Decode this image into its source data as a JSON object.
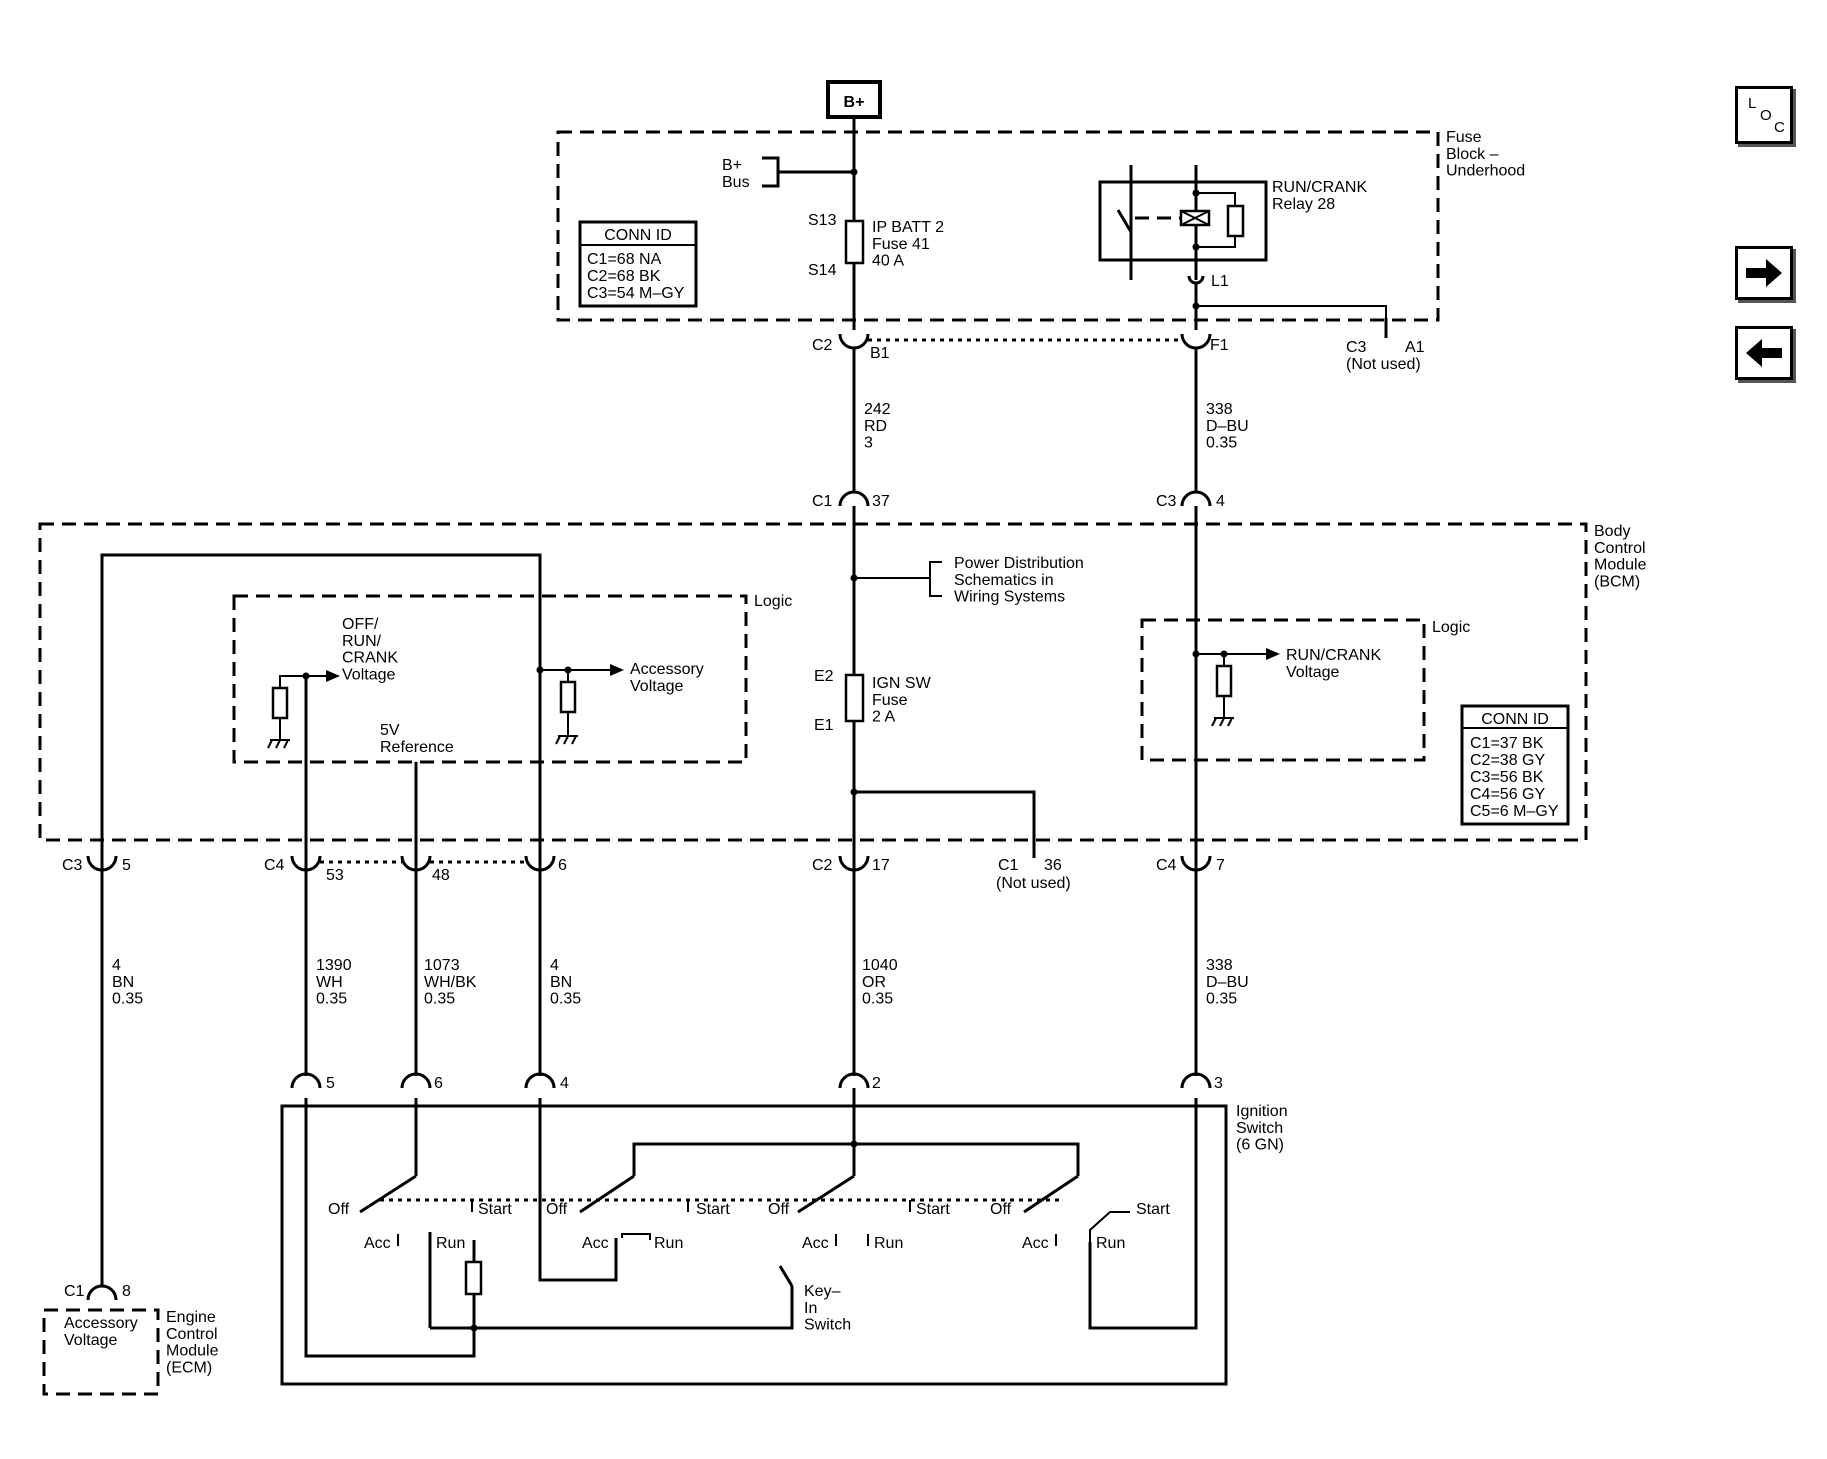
{
  "source": {
    "label": "B+"
  },
  "fuse_block": {
    "title": "Fuse\nBlock –\nUnderhood",
    "bus_label": "B+\nBus",
    "conn_id_title": "CONN ID",
    "conn_ids": [
      "C1=68 NA",
      "C2=68 BK",
      "C3=54 M–GY"
    ],
    "fuse_top_terminal": "S13",
    "fuse_bottom_terminal": "S14",
    "fuse_label": "IP BATT 2\nFuse 41\n40 A",
    "relay_label": "RUN/CRANK\nRelay 28",
    "relay_terminal": "L1",
    "conn_c2": "C2",
    "pin_b1": "B1",
    "pin_f1": "F1",
    "c3_connector": "C3",
    "a1_pin": "A1",
    "not_used": "(Not used)"
  },
  "wires_upper": {
    "left": "242\nRD\n3",
    "right": "338\nD–BU\n0.35"
  },
  "bcm": {
    "title": "Body\nControl\nModule\n(BCM)",
    "conn_c1_top": "C1",
    "pin_37": "37",
    "conn_c3_top": "C3",
    "pin_4": "4",
    "pds_label": "Power Distribution\nSchematics in\nWiring Systems",
    "logic_label": "Logic",
    "off_run_crank": "OFF/\nRUN/\nCRANK\nVoltage",
    "accessory_voltage": "Accessory\nVoltage",
    "five_v_ref": "5V\nReference",
    "ign_fuse_top": "E2",
    "ign_fuse_bottom": "E1",
    "ign_fuse_label": "IGN SW\nFuse\n2 A",
    "logic_right": "Logic",
    "run_crank_voltage": "RUN/CRANK\nVoltage",
    "conn_id_title": "CONN ID",
    "conn_ids": [
      "C1=37 BK",
      "C2=38 GY",
      "C3=56 BK",
      "C4=56 GY",
      "C5=6 M–GY"
    ],
    "bottom_connectors": {
      "c3": "C3",
      "p5": "5",
      "c4a": "C4",
      "p53": "53",
      "p48": "48",
      "p6": "6",
      "c2": "C2",
      "p17": "17",
      "c1": "C1",
      "p36": "36",
      "not_used": "(Not used)",
      "c4b": "C4",
      "p7": "7"
    }
  },
  "wires_lower": {
    "w1": "4\nBN\n0.35",
    "w2": "1390\nWH\n0.35",
    "w3": "1073\nWH/BK\n0.35",
    "w4": "4\nBN\n0.35",
    "w5": "1040\nOR\n0.35",
    "w6": "338\nD–BU\n0.35"
  },
  "ignition_switch": {
    "title": "Ignition\nSwitch\n(6 GN)",
    "pins": [
      "5",
      "6",
      "4",
      "2",
      "3"
    ],
    "pos_off": "Off",
    "pos_start": "Start",
    "pos_acc": "Acc",
    "pos_run": "Run",
    "key_in": "Key–\nIn\nSwitch"
  },
  "ecm": {
    "connector": "C1",
    "pin": "8",
    "box_label": "Accessory\nVoltage",
    "title": "Engine\nControl\nModule\n(ECM)"
  },
  "nav": {
    "loc_icon": "L O C",
    "next_icon": "arrow-right",
    "prev_icon": "arrow-left"
  }
}
